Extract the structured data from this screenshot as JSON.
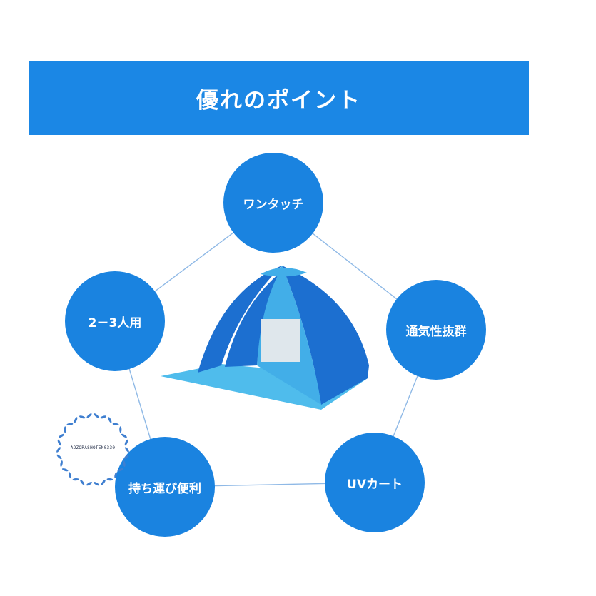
{
  "banner": {
    "title": "優れのポイント"
  },
  "features": {
    "one_touch": "ワンタッチ",
    "ventilation": "通気性抜群",
    "uv_cut": "UVカート",
    "portable": "持ち運び便利",
    "capacity": "2－3人用"
  },
  "watermark": {
    "text": "AOZORASHOTEN0330"
  },
  "colors": {
    "banner_blue": "#1b87e5",
    "circle_blue": "#1a83e0",
    "connector_blue": "#8fb9e6",
    "tent_dark": "#1c6fd0",
    "tent_light": "#42aee8",
    "tent_floor": "#4fbcec",
    "seal_leaf": "#3f7fd0"
  },
  "icons": {
    "product_image": "pop-up-beach-tent",
    "watermark_wreath": "leaf-wreath-icon"
  }
}
